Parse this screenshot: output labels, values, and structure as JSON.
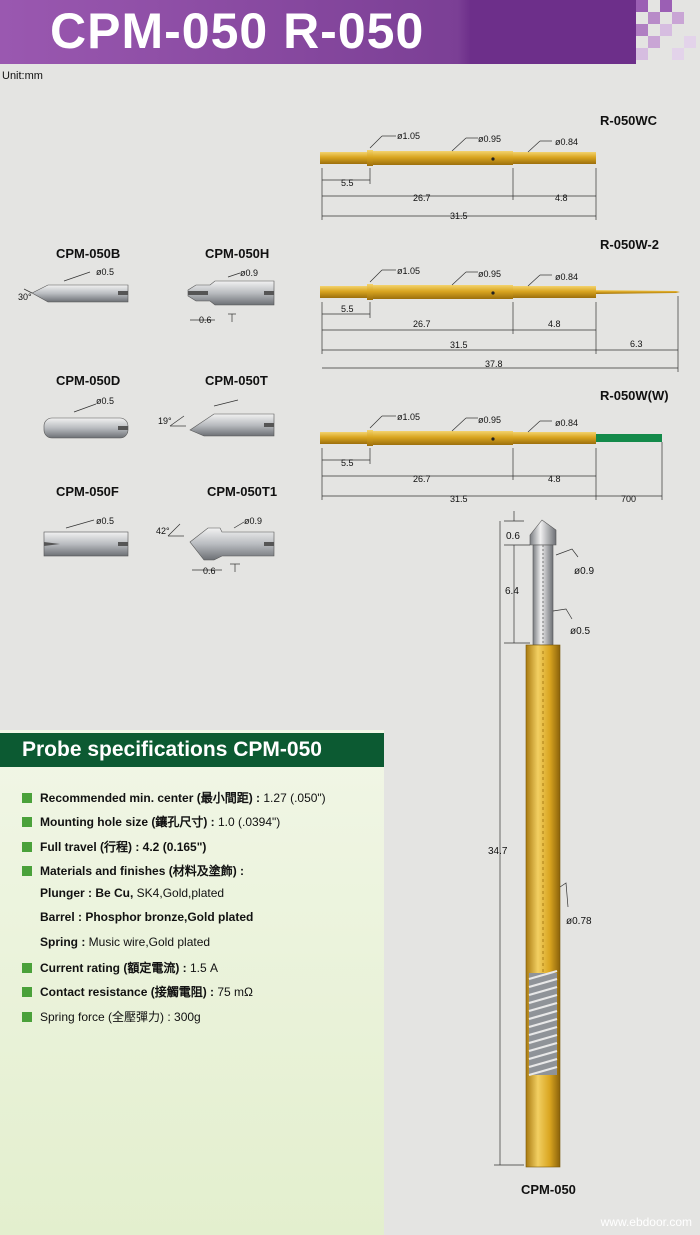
{
  "header": {
    "title": "CPM-050  R-050"
  },
  "unit": "Unit:mm",
  "probes_right": [
    {
      "name": "R-050WC",
      "d1": "ø1.05",
      "d2": "ø0.95",
      "d3": "ø0.84",
      "len1": "5.5",
      "len2": "26.7",
      "len3": "4.8",
      "total": "31.5"
    },
    {
      "name": "R-050W-2",
      "d1": "ø1.05",
      "d2": "ø0.95",
      "d3": "ø0.84",
      "len1": "5.5",
      "len2": "26.7",
      "len3": "4.8",
      "total": "31.5",
      "tip": "6.3",
      "overall": "37.8"
    },
    {
      "name": "R-050W(W)",
      "d1": "ø1.05",
      "d2": "ø0.95",
      "d3": "ø0.84",
      "len1": "5.5",
      "len2": "26.7",
      "len3": "4.8",
      "total": "31.5",
      "wire": "700"
    }
  ],
  "tips": [
    {
      "name": "CPM-050B",
      "dia": "ø0.5",
      "angle": "30°"
    },
    {
      "name": "CPM-050H",
      "dia": "ø0.9",
      "len": "0.6"
    },
    {
      "name": "CPM-050D",
      "dia": "ø0.5"
    },
    {
      "name": "CPM-050T",
      "angle": "19°"
    },
    {
      "name": "CPM-050F",
      "dia": "ø0.5"
    },
    {
      "name": "CPM-050T1",
      "dia": "ø0.9",
      "angle": "42°",
      "len": "0.6"
    }
  ],
  "big_probe": {
    "name": "CPM-050",
    "d_top": "0.6",
    "d_head": "ø0.9",
    "len_plunger": "6.4",
    "d_plunger": "ø0.5",
    "len_total": "34.7",
    "d_barrel": "ø0.78"
  },
  "spec": {
    "title": "Probe specifications CPM-050",
    "rows": [
      {
        "label": "Recommended min. center (最小間距) :",
        "value": " 1.27 (.050\")",
        "bullet": true
      },
      {
        "label": "Mounting hole size (鑲孔尺寸) :",
        "value": " 1.0 (.0394\")",
        "bullet": true
      },
      {
        "label": "Full travel (行程) :",
        "value": " 4.2 (0.165\")",
        "bullet": true,
        "value_bold": true
      },
      {
        "label": "Materials and finishes (材料及塗飾) :",
        "value": "",
        "bullet": true
      },
      {
        "label": "Plunger : Be Cu,",
        "value": " SK4,Gold,plated",
        "bullet": false
      },
      {
        "label": "Barrel : Phosphor bronze,Gold plated",
        "value": "",
        "bullet": false
      },
      {
        "label": "Spring :",
        "value": " Music wire,Gold plated",
        "bullet": false
      },
      {
        "label": "Current rating (額定電流) :",
        "value": " 1.5 A",
        "bullet": true
      },
      {
        "label": "Contact resistance (接觸電阻) :",
        "value": " 75 mΩ",
        "bullet": true
      },
      {
        "label": "Spring force (全壓彈力) :",
        "value": " 300g",
        "bullet": true,
        "label_plain": true
      }
    ]
  },
  "footer": "www.ebdoor.com",
  "colors": {
    "header_purple": "#7d3e94",
    "gold": "#d9a520",
    "spec_green": "#0c5a32",
    "bullet": "#4aa13a",
    "wire_green": "#138a4a"
  }
}
